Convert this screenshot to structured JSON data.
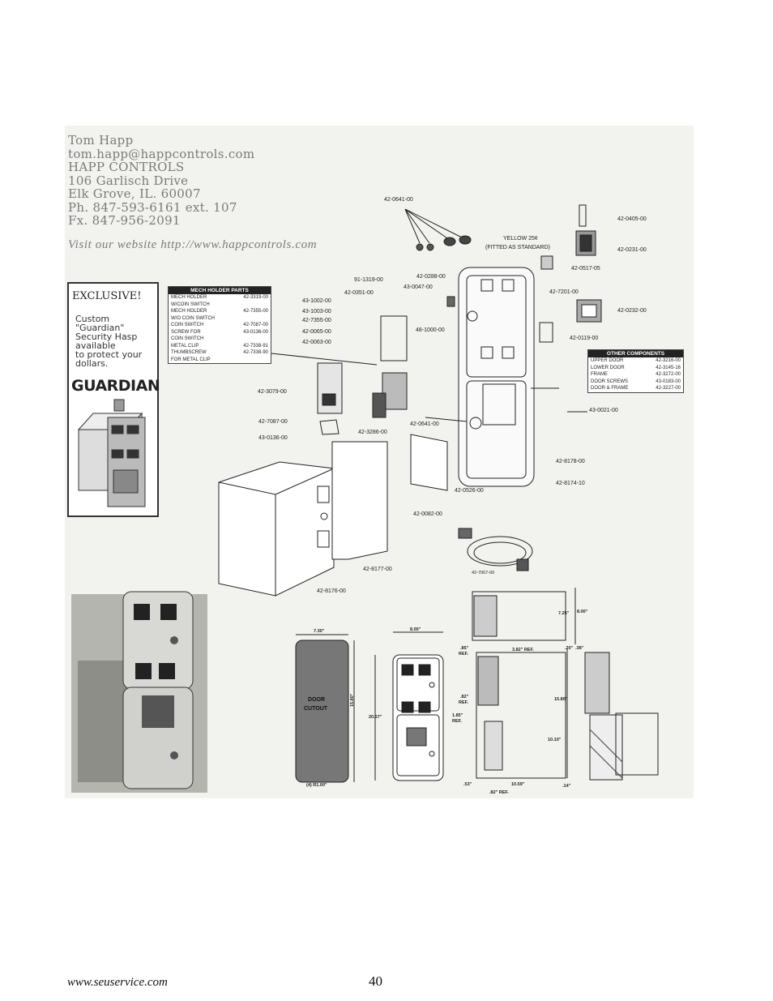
{
  "contact": {
    "lines": [
      "Tom Happ",
      "tom.happ@happcontrols.com",
      "HAPP CONTROLS",
      "106 Garlisch Drive",
      "Elk Grove, IL.  60007",
      "Ph. 847-593-6161 ext. 107",
      "Fx. 847-956-2091"
    ],
    "website": "Visit our website http://www.happcontrols.com"
  },
  "exclusive": {
    "title": "EXCLUSIVE!",
    "body": [
      "Custom",
      "\"Guardian\"",
      "Security Hasp",
      "available",
      "to protect your",
      "dollars."
    ],
    "brand": "GUARDIAN"
  },
  "mech_table": {
    "title": "MECH HOLDER PARTS",
    "rows": [
      {
        "name": "MECH HOLDER",
        "part": "42-3319-00"
      },
      {
        "name": "W/COIN SWITCH",
        "part": ""
      },
      {
        "name": "MECH HOLDER",
        "part": "42-7355-00"
      },
      {
        "name": "W/O COIN SWITCH",
        "part": ""
      },
      {
        "name": "COIN SWITCH",
        "part": "42-7087-00"
      },
      {
        "name": "SCREW FOR",
        "part": "43-0136-00"
      },
      {
        "name": "COIN SWITCH",
        "part": ""
      },
      {
        "name": "METAL CLIP",
        "part": "42-7338-91"
      },
      {
        "name": "THUMBSCREW",
        "part": "42-7338-90"
      },
      {
        "name": "FOR METAL CLIP",
        "part": ""
      }
    ]
  },
  "other_table": {
    "title": "OTHER COMPONENTS",
    "rows": [
      {
        "name": "UPPER DOOR",
        "part": "42-3216-00"
      },
      {
        "name": "LOWER DOOR",
        "part": "42-3145-16"
      },
      {
        "name": "FRAME",
        "part": "42-3272-00"
      },
      {
        "name": "DOOR SCREWS",
        "part": "43-0183-00"
      },
      {
        "name": "DOOR & FRAME",
        "part": "42-3227-00"
      }
    ]
  },
  "part_labels": {
    "p0641_top": "42-0641-00",
    "p0405": "42-0405-00",
    "yellow1": "YELLOW 25¢",
    "yellow2": "(FITTED AS STANDARD)",
    "p0231": "42-0231-00",
    "p0288": "42-0288-00",
    "p0517": "42-0517-05",
    "p1319": "91-1319-00",
    "p0047": "43-0047-00",
    "p0351": "42-0351-00",
    "p7201": "42-7201-00",
    "p1002": "43-1002-00",
    "p0232": "42-0232-00",
    "p1003": "43-1003-00",
    "p7355": "42-7355-00",
    "p1000": "48-1000-00",
    "p0119": "42-0119-00",
    "p0065": "42-0065-00",
    "p0063": "42-0063-00",
    "p3079": "42-3079-00",
    "p0021": "43-0021-00",
    "p7087": "42-7087-00",
    "p3286": "42-3286-00",
    "p0641_b": "42-0641-00",
    "p0136": "43-0136-00",
    "p8178": "42-8178-00",
    "p8174": "42-8174-10",
    "p0526": "42-0526-00",
    "p0082": "42-0082-00",
    "p7067": "42-7067-00",
    "p8177": "42-8177-00",
    "p8176": "42-8176-00"
  },
  "dimensions": {
    "w730": "7.30\"",
    "w800": "8.00\"",
    "cutout1": "DOOR",
    "cutout2": "CUTOUT",
    "h1580": "15.80\"",
    "h2067": "20.67\"",
    "radius": "(4) R1.00\"",
    "d725": "7.25\"",
    "d800": "8.00\"",
    "d85": ".85\"",
    "d382": "3.82\" REF.",
    "ref1": "REF.",
    "d20": ".20\"",
    "d38": ".38\"",
    "d82": ".82\"",
    "ref2": "REF.",
    "d1580": "15.80\"",
    "d185": "1.85\"",
    "ref3": "REF.",
    "d1010": "10.10\"",
    "d53": ".53\"",
    "d1059": "10.59\"",
    "d14": ".14\"",
    "d82b": ".82\" REF."
  },
  "footer": {
    "url": "www.seuservice.com",
    "page": "40"
  }
}
